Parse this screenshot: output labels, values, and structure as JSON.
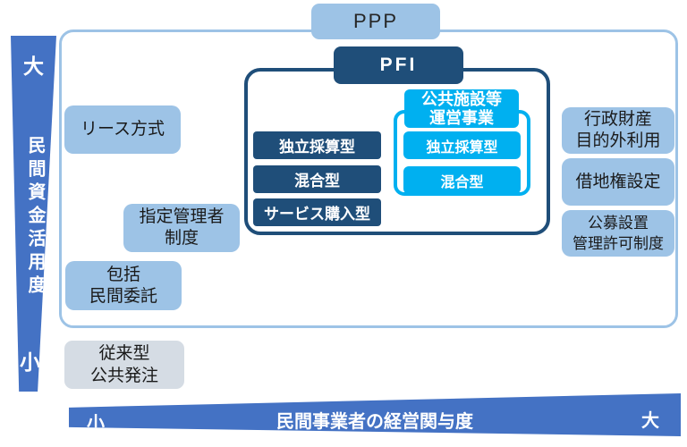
{
  "colors": {
    "light_blue": "#9DC3E6",
    "navy": "#1F4E79",
    "cyan": "#00B0F0",
    "axis_blue": "#4472C4",
    "gray": "#D5DCE4",
    "frame_border": "#9DC3E6"
  },
  "ppp": {
    "label": "PPP"
  },
  "pfi": {
    "label": "PFI",
    "types": [
      "独立採算型",
      "混合型",
      "サービス購入型"
    ],
    "operation": {
      "title_line1": "公共施設等",
      "title_line2": "運営事業",
      "types": [
        "独立採算型",
        "混合型"
      ]
    }
  },
  "left_schemes": {
    "lease": {
      "label": "リース方式"
    },
    "designated_manager": {
      "line1": "指定管理者",
      "line2": "制度"
    },
    "comprehensive": {
      "line1": "包括",
      "line2": "民間委託"
    }
  },
  "right_schemes": {
    "admin_property": {
      "line1": "行政財産",
      "line2": "目的外利用"
    },
    "leasehold": {
      "label": "借地権設定"
    },
    "public_offer": {
      "line1": "公募設置",
      "line2": "管理許可制度"
    }
  },
  "traditional": {
    "line1": "従来型",
    "line2": "公共発注"
  },
  "y_axis": {
    "max_label": "大",
    "title": "民間資金活用度",
    "min_label": "小"
  },
  "x_axis": {
    "min_label": "小",
    "title": "民間事業者の経営関与度",
    "max_label": "大"
  }
}
